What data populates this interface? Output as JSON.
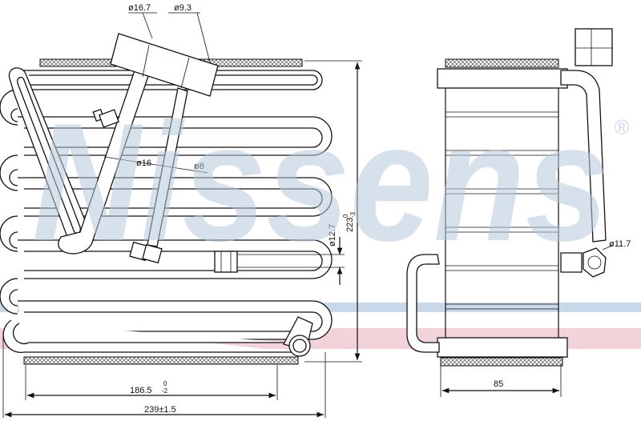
{
  "watermark": {
    "brand": "Nissens",
    "registered": "®"
  },
  "colors": {
    "stripe_blue": "#c9d8e8",
    "stripe_pink": "#f3d3da",
    "watermark": "#b7c9dd",
    "ink": "#111111"
  },
  "dimensions": {
    "pipe_large": "ø16.7",
    "pipe_small": "ø9.3",
    "tube_16": "ø16",
    "tube_8": "ø8",
    "tube_127": "ø12.7",
    "height_value": "223",
    "height_tol": "-3",
    "height_tol_upper": "0",
    "outlet_dia": "ø11.7",
    "inner_width_value": "186.5",
    "inner_width_tol_upper": "0",
    "inner_width_tol": "-2",
    "overall_width": "239±1.5",
    "depth": "85"
  }
}
